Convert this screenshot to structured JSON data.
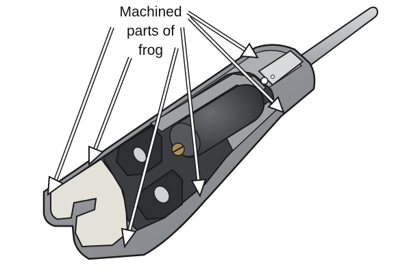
{
  "callout": {
    "lines": [
      "Machined",
      "parts of",
      "frog"
    ]
  },
  "colors": {
    "outline": "#1a1a1a",
    "body_grey": "#8c8f92",
    "dark_grey": "#3b3d40",
    "machined_light": "#e3e2d9",
    "shaft_grey": "#b5b8bb",
    "screw_brass": "#a88f5a",
    "arrow_fill": "#ffffff"
  },
  "icons": [
    "screw-icon"
  ]
}
